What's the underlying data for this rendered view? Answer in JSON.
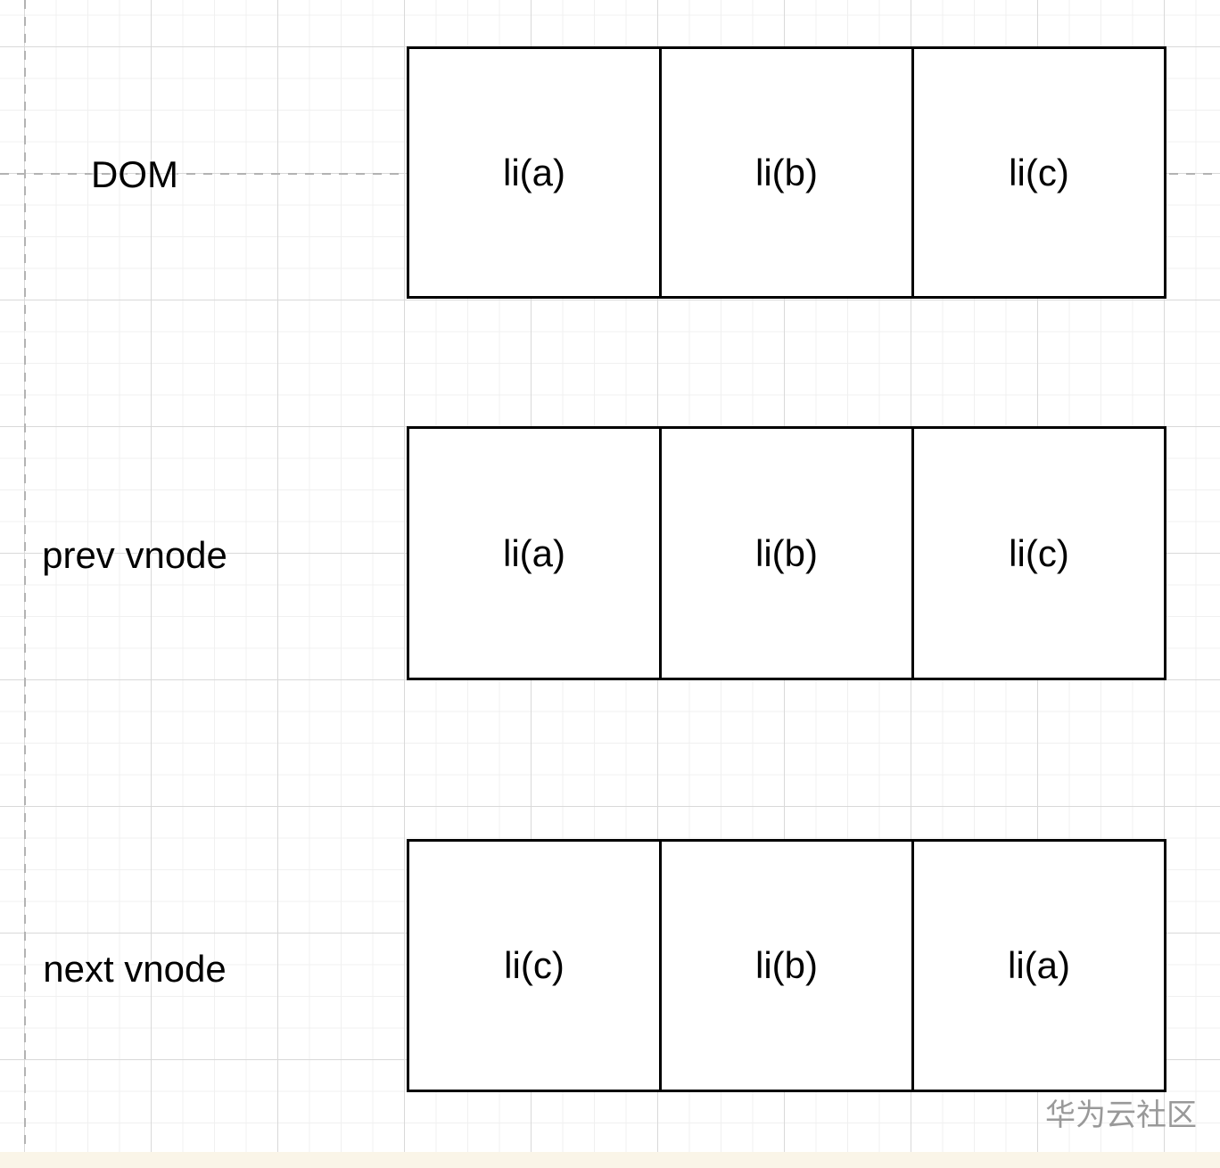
{
  "diagram": {
    "rows": [
      {
        "label": "DOM",
        "cells": [
          "li(a)",
          "li(b)",
          "li(c)"
        ]
      },
      {
        "label": "prev vnode",
        "cells": [
          "li(a)",
          "li(b)",
          "li(c)"
        ]
      },
      {
        "label": "next vnode",
        "cells": [
          "li(c)",
          "li(b)",
          "li(a)"
        ]
      }
    ],
    "watermark": "华为云社区",
    "colors": {
      "box_border": "#000000",
      "box_fill": "#ffffff",
      "grid_minor": "#f0f0f0",
      "grid_major": "#d9d9d9",
      "guide_dash": "#b3b3b3",
      "watermark_text": "#999999",
      "bottom_strip": "#faf5e8"
    }
  }
}
